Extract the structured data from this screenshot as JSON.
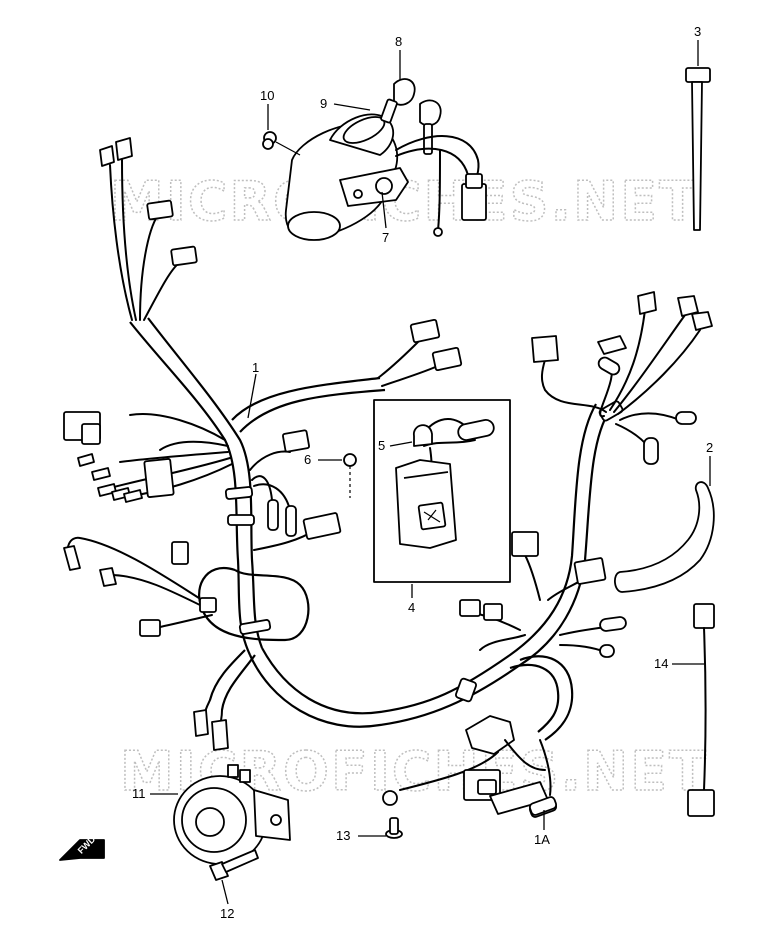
{
  "watermark": "MICROFICHES.NET",
  "direction_tag": "FWD",
  "callouts": [
    {
      "id": "8",
      "label": "8"
    },
    {
      "id": "3",
      "label": "3"
    },
    {
      "id": "10",
      "label": "10"
    },
    {
      "id": "9",
      "label": "9"
    },
    {
      "id": "7",
      "label": "7"
    },
    {
      "id": "1",
      "label": "1"
    },
    {
      "id": "5",
      "label": "5"
    },
    {
      "id": "6",
      "label": "6"
    },
    {
      "id": "2",
      "label": "2"
    },
    {
      "id": "4",
      "label": "4"
    },
    {
      "id": "14",
      "label": "14"
    },
    {
      "id": "11",
      "label": "11"
    },
    {
      "id": "13",
      "label": "13"
    },
    {
      "id": "1A",
      "label": "1A"
    },
    {
      "id": "12",
      "label": "12"
    }
  ],
  "colors": {
    "line": "#000000",
    "watermark": "#bfbfbf",
    "background": "#ffffff"
  }
}
